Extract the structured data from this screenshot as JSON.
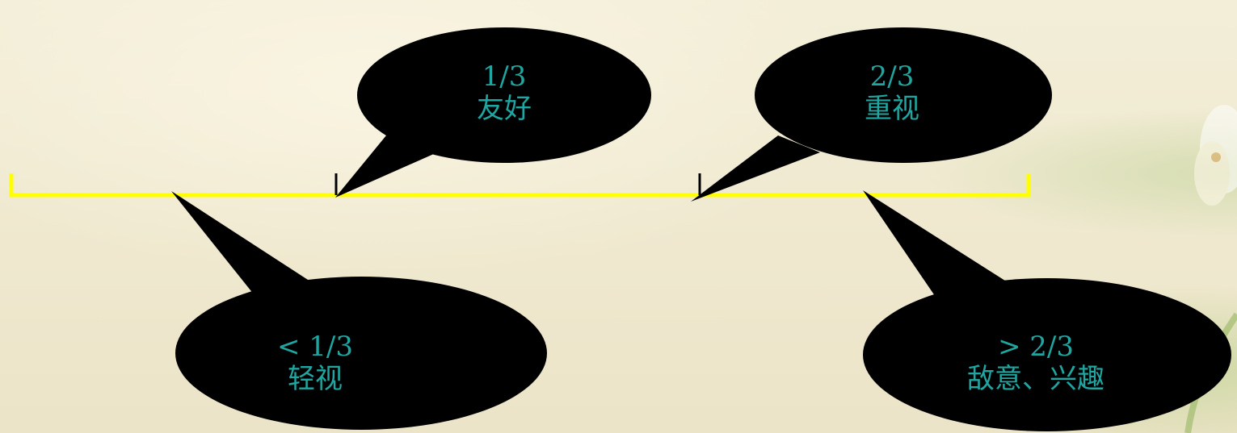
{
  "colors": {
    "scale_line": "#ffff00",
    "bubble_fill": "#000000",
    "label_text": "#1fa6a0"
  },
  "callouts": [
    {
      "id": "friendly",
      "ratio": "1/3",
      "meaning": "友好"
    },
    {
      "id": "valued",
      "ratio": "2/3",
      "meaning": "重视"
    },
    {
      "id": "disregard",
      "ratio": "< 1/3",
      "meaning": "轻视"
    },
    {
      "id": "hostile-interest",
      "ratio": "> 2/3",
      "meaning": "敌意、兴趣"
    }
  ]
}
